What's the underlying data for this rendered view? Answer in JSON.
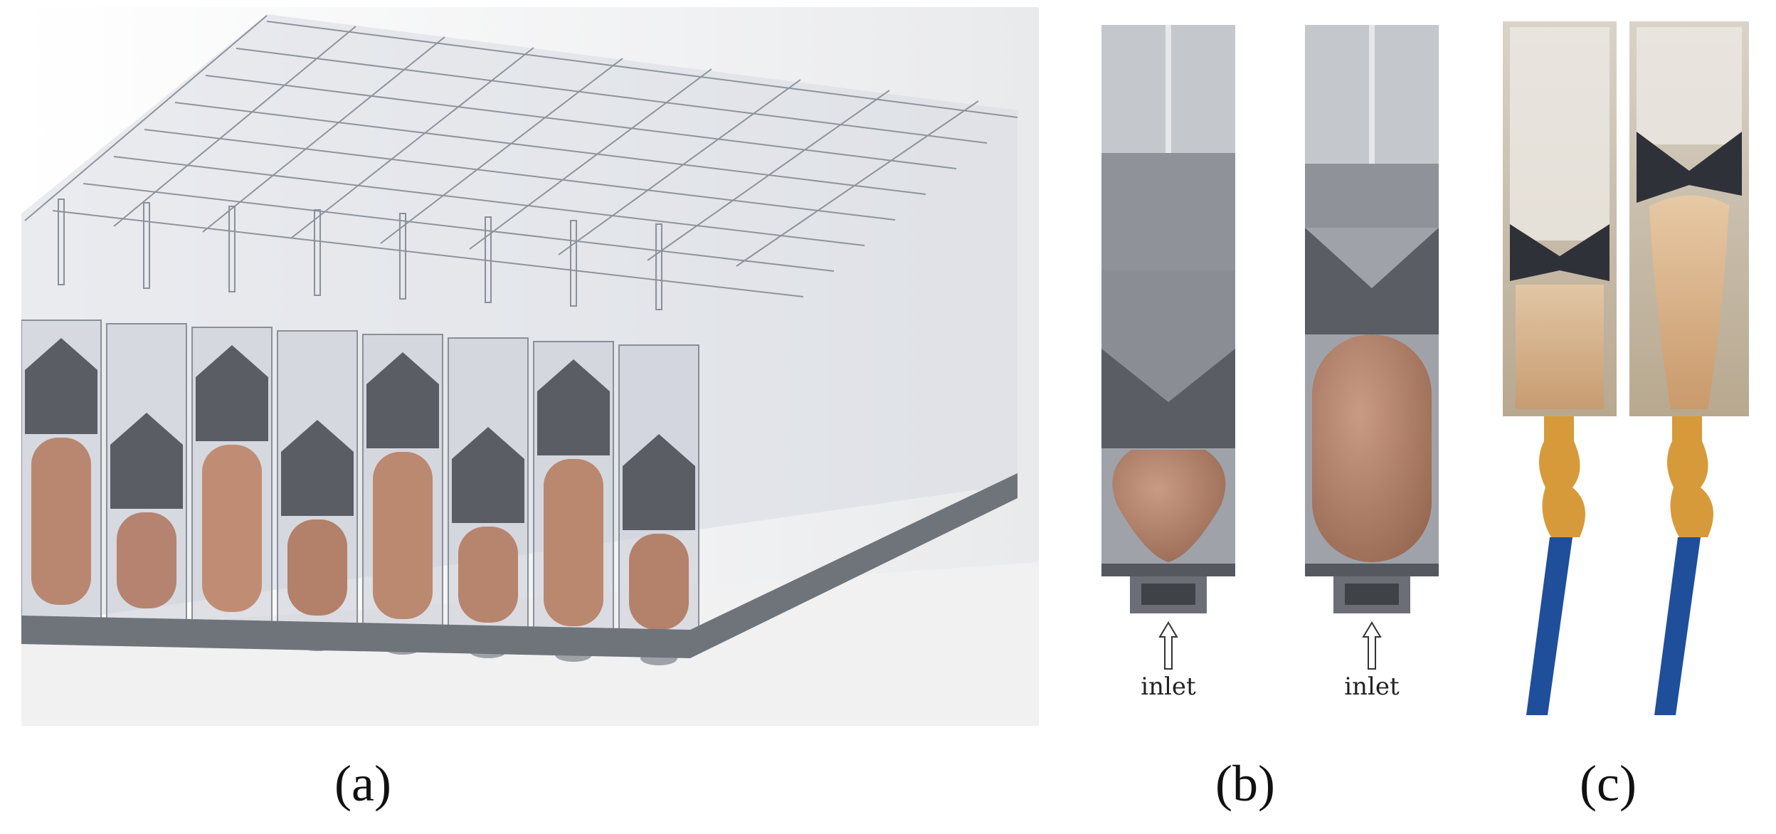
{
  "captions": {
    "a": "(a)",
    "b": "(b)",
    "c": "(c)"
  },
  "panel_b": {
    "left_inlet_label": "inlet",
    "right_inlet_label": "inlet"
  },
  "colors": {
    "glass": "#c9ced6",
    "glass_edge": "#8a9099",
    "block": "#5a5d63",
    "balloon": "#b9876f",
    "base": "#7d8188",
    "photo_bg": "#cfc4b4",
    "tube": "#1f4f9a",
    "fitting": "#d79a3a"
  }
}
